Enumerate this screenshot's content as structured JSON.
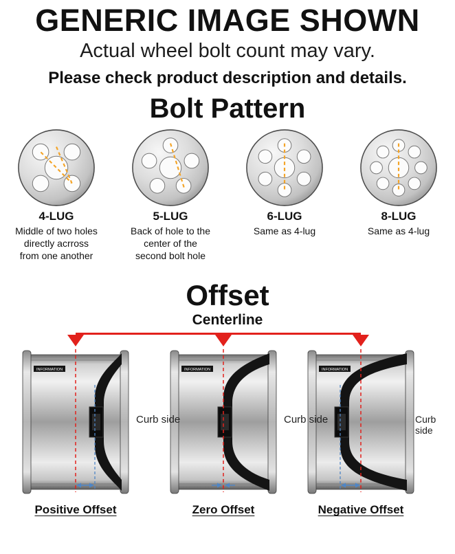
{
  "header": {
    "title": "GENERIC IMAGE SHOWN",
    "subtitle": "Actual wheel bolt count may vary.",
    "note": "Please check product description and details."
  },
  "bolt_pattern": {
    "heading": "Bolt Pattern",
    "patterns": [
      {
        "label": "4-LUG",
        "description": "Middle of two holes directly acrross from one another"
      },
      {
        "label": "5-LUG",
        "description": "Back of hole to the center of the second bolt hole"
      },
      {
        "label": "6-LUG",
        "description": "Same as 4-lug"
      },
      {
        "label": "8-LUG",
        "description": "Same as 4-lug"
      }
    ]
  },
  "offset": {
    "heading": "Offset",
    "centerline_label": "Centerline",
    "curb_side_label": "Curb side",
    "rim_sticker": "INFORMATION",
    "types": [
      {
        "label": "Positive Offset"
      },
      {
        "label": "Zero Offset"
      },
      {
        "label": "Negative Offset"
      }
    ]
  },
  "colors": {
    "red": "#e2211c",
    "blue": "#4f86c6",
    "orange": "#f4a427"
  }
}
